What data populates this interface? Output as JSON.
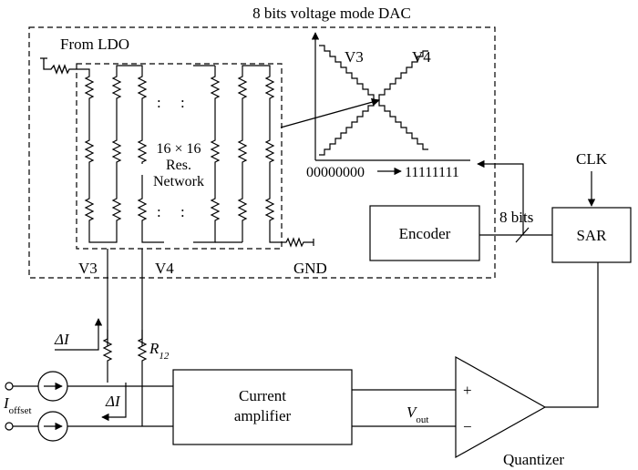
{
  "title": "8 bits voltage mode DAC",
  "labels": {
    "from_ldo": "From LDO",
    "network_line1": "16 × 16",
    "network_line2": "Res.",
    "network_line3": "Network",
    "gnd": "GND",
    "v3_bottom": "V3",
    "v4_bottom": "V4",
    "v3_graph": "V3",
    "v4_graph": "V4",
    "code_start": "00000000",
    "code_end": "11111111",
    "encoder": "Encoder",
    "bits": "8 bits",
    "sar": "SAR",
    "clk": "CLK",
    "delta_i_top": "ΔI",
    "delta_i_bottom": "ΔI",
    "r12_main": "R",
    "r12_sub": "12",
    "i_offset_main": "I",
    "i_offset_sub": "offset",
    "current_amp_line1": "Current",
    "current_amp_line2": "amplifier",
    "vout_main": "V",
    "vout_sub": "out",
    "plus": "+",
    "minus": "−",
    "quantizer": "Quantizer",
    "dots": ":"
  }
}
